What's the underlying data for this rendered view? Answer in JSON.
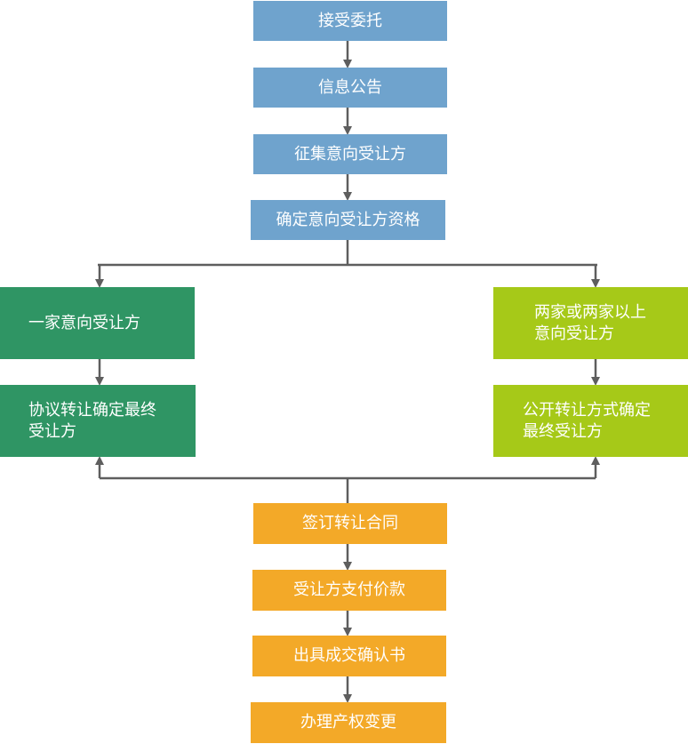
{
  "colors": {
    "blue": "#6fa3cd",
    "dark_green": "#2f9564",
    "lime_green": "#a6c918",
    "orange": "#f3a928",
    "connector": "#5e5e5e"
  },
  "steps": {
    "accept": "接受委托",
    "announce": "信息公告",
    "solicit": "征集意向受让方",
    "qualify": "确定意向受让方资格"
  },
  "branches": {
    "single": {
      "condition": "一家意向受让方",
      "result": "协议转让确定最终\n受让方"
    },
    "multiple": {
      "condition": "两家或两家以上\n意向受让方",
      "result": "公开转让方式确定\n最终受让方"
    }
  },
  "final_steps": {
    "contract": "签订转让合同",
    "payment": "受让方支付价款",
    "certificate": "出具成交确认书",
    "change": "办理产权变更"
  }
}
